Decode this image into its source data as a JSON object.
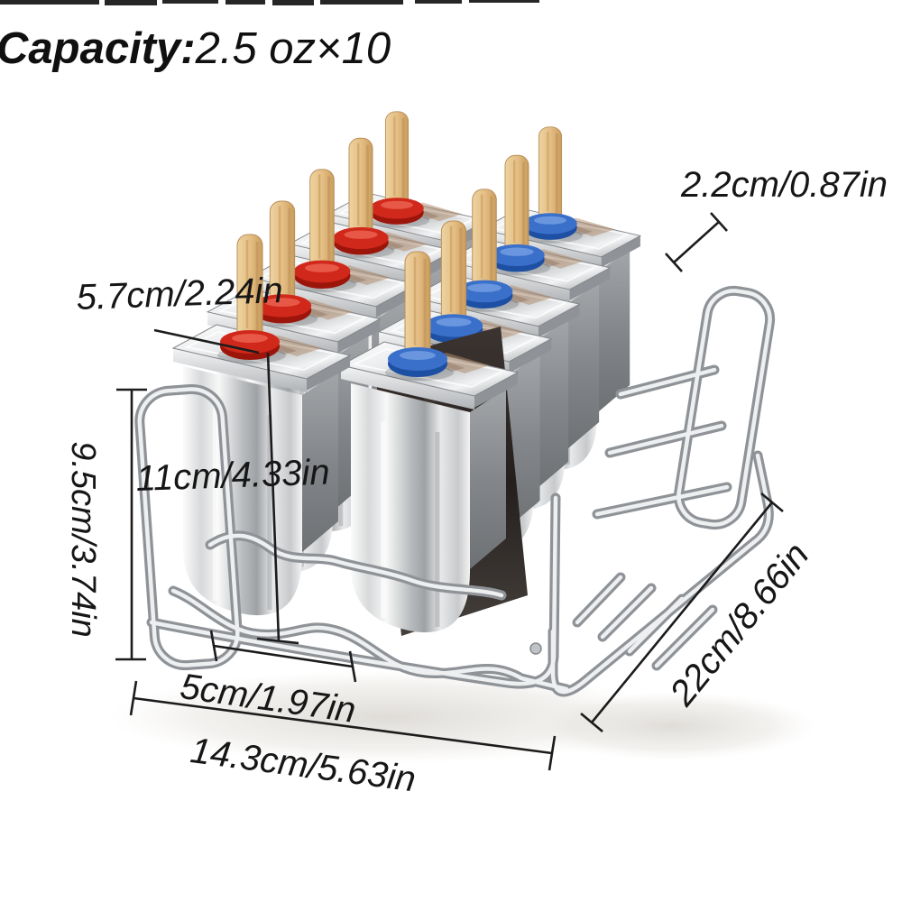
{
  "header": {
    "capacity_label": "Capacity:",
    "capacity_value": "2.5 oz×10"
  },
  "dimensions": {
    "lid_edge": {
      "label": "2.2cm/0.87in"
    },
    "lid_length": {
      "label": "5.7cm/2.24in"
    },
    "frame_height": {
      "label": "9.5cm/3.74in"
    },
    "mold_height": {
      "label": "11cm/4.33in"
    },
    "mold_spacing": {
      "label": "5cm/1.97in"
    },
    "frame_width": {
      "label": "14.3cm/5.63in"
    },
    "frame_depth": {
      "label": "22cm/8.66in"
    }
  },
  "product": {
    "description": "stainless steel popsicle mold set on wire rack, 10 molds with wooden sticks",
    "mold_count_shown": 10,
    "colors": {
      "ring_front_row": "#d0281b",
      "ring_back_row": "#3a70ca",
      "stick_wood": "#e3bc82",
      "metal_light": "#f5f6f7",
      "metal_mid": "#aeb1b4",
      "metal_dark": "#7d8084",
      "frame_tube": "#8f9397",
      "annotation_text": "#161616",
      "background": "#ffffff"
    }
  }
}
